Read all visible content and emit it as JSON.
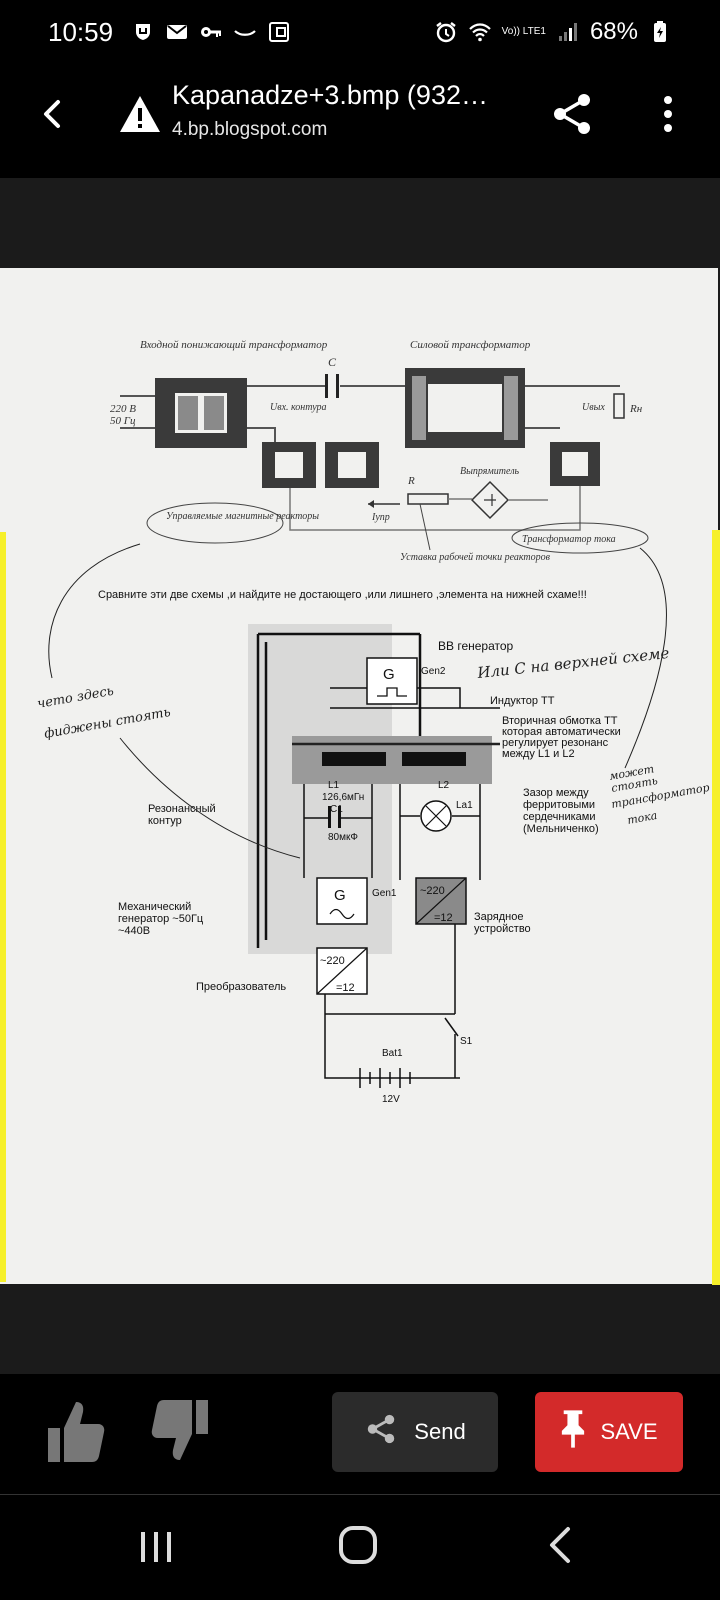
{
  "status_bar": {
    "time": "10:59",
    "network": "Vo)) LTE1",
    "battery": "68%",
    "icons_left": [
      "shield-icon",
      "mail-icon",
      "key-icon",
      "smile-icon",
      "wallet-icon"
    ],
    "icons_right": [
      "alarm-icon",
      "wifi-icon",
      "signal-icon",
      "battery-icon"
    ]
  },
  "header": {
    "title": "Kapanadze+3.bmp (932…",
    "source": "4.bp.blogspot.com",
    "back_icon": "chevron-left-icon",
    "warning_icon": "warning-icon",
    "share_icon": "share-icon",
    "more_icon": "more-vert-icon"
  },
  "scan": {
    "top_diagram": {
      "label_input_transformer": "Входной понижающий трансформатор",
      "label_power_transformer": "Силовой трансформатор",
      "label_c": "C",
      "label_220": "220 В",
      "label_50hz": "50 Гц",
      "label_uvx": "Uвх. контура",
      "label_uvyx": "Uвых",
      "label_rn": "Rн",
      "label_rectifier": "Выпрямитель",
      "label_r": "R",
      "label_iupr": "Iупр",
      "label_reactors": "Управляемые магнитные реакторы",
      "label_setpoint": "Уставка рабочей точки реакторов",
      "label_current_transformer": "Трансформатор тока"
    },
    "compare_text": "Сравните эти две схемы ,и найдите не достающего ,или лишнего ,элемента на нижней схаме!!!",
    "bottom_diagram": {
      "label_hv_generator": "ВВ генератор",
      "label_gen2": "Gen2",
      "label_g": "G",
      "label_inductor": "Индуктор ТТ",
      "label_secondary_1": "Вторичная обмотка ТТ",
      "label_secondary_2": "которая автоматически",
      "label_secondary_3": "регулирует резонанс",
      "label_secondary_4": "между L1 и L2",
      "label_l1": "L1",
      "label_l2": "L2",
      "label_126": "126,6мГн",
      "label_c1": "C1",
      "label_80": "80мкФ",
      "label_la1": "La1",
      "label_resonant_1": "Резонансный",
      "label_resonant_2": "контур",
      "label_gap_1": "Зазор между",
      "label_gap_2": "ферритовыми",
      "label_gap_3": "сердечниками",
      "label_gap_4": "(Мельниченко)",
      "label_gen1": "Gen1",
      "label_mech_1": "Механический",
      "label_mech_2": "генератор ~50Гц",
      "label_mech_3": "~440В",
      "label_220": "~220",
      "label_12": "=12",
      "label_charger_1": "Зарядное",
      "label_charger_2": "устройство",
      "label_converter": "Преобразователь",
      "label_s1": "S1",
      "label_bat1": "Bat1",
      "label_12v": "12V"
    },
    "handwritten": {
      "note_right": "Или С на верхней схеме",
      "note_left_1": "чето здесь",
      "note_left_2": "фиджены стоять",
      "note_gap_1": "может",
      "note_gap_2": "стоять",
      "note_gap_3": "трансформатор",
      "note_gap_4": "тока"
    }
  },
  "actions": {
    "like_icon": "thumbs-up-icon",
    "dislike_icon": "thumbs-down-icon",
    "send_label": "Send",
    "save_label": "SAVE",
    "save_color": "#d32a2a"
  },
  "nav": {
    "recent_icon": "recent-apps-icon",
    "home_icon": "home-icon",
    "back_icon": "back-icon"
  }
}
